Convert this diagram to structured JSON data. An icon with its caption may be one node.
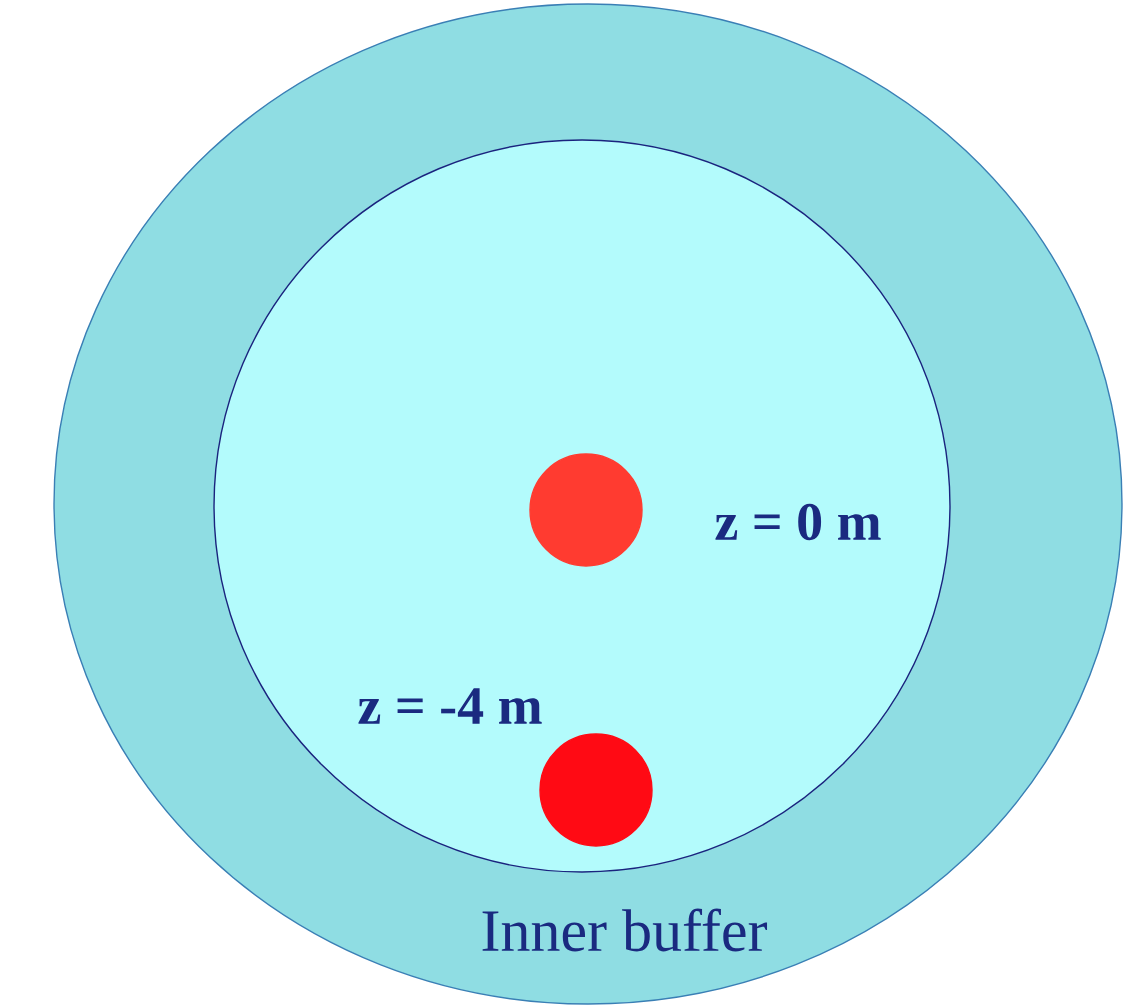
{
  "diagram": {
    "nodes": [
      {
        "text": [
          "Inner buffer"
        ]
      },
      {
        "text": [],
        "shape": "circle",
        "in": 0
      },
      {
        "text": [],
        "shape": "circle",
        "in": 1,
        "beside": [
          "z = 0 m"
        ]
      },
      {
        "text": [],
        "shape": "circle",
        "in": 1,
        "beside": [
          "z = -4 m"
        ]
      }
    ]
  }
}
